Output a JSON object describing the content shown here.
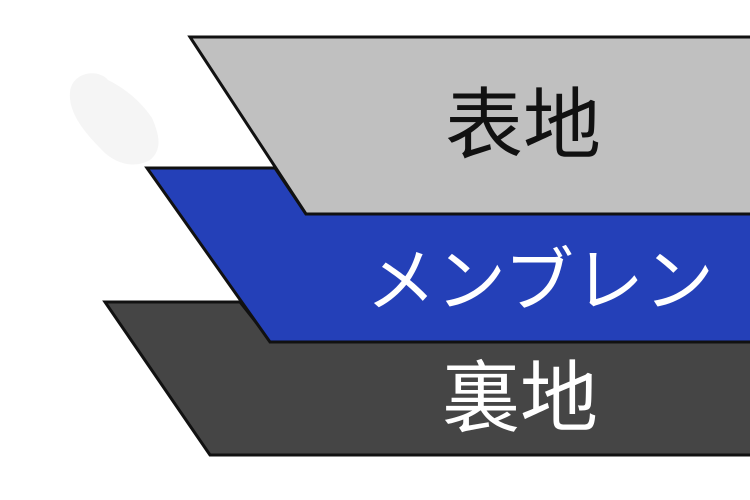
{
  "diagram": {
    "layers": [
      {
        "label": "表地",
        "fill": "#c0c0c0",
        "text_color": "#111111"
      },
      {
        "label": "メンブレン",
        "fill": "#2440b8",
        "text_color": "#ffffff"
      },
      {
        "label": "裏地",
        "fill": "#454545",
        "text_color": "#ffffff"
      }
    ],
    "outline_color": "#111111"
  }
}
